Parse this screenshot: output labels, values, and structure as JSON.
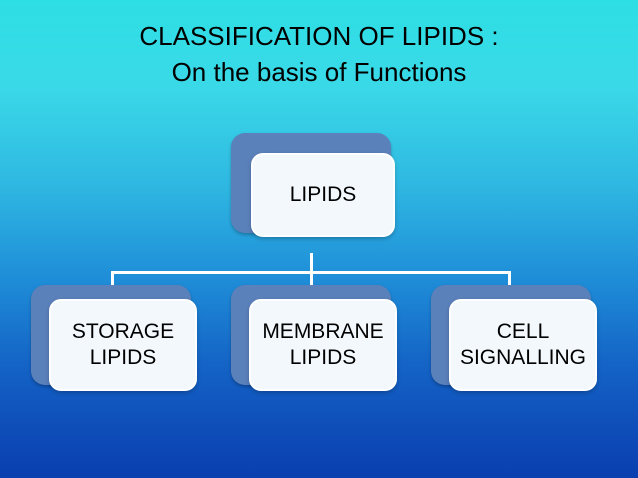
{
  "slide": {
    "title_line1": "CLASSIFICATION OF LIPIDS :",
    "title_line2": "On the basis of Functions",
    "background_top_color": "#2ddfe4",
    "background_bottom_color": "#0a3faf"
  },
  "diagram": {
    "type": "hierarchy",
    "root": {
      "label": "LIPIDS"
    },
    "children": [
      {
        "label": "STORAGE\nLIPIDS"
      },
      {
        "label": "MEMBRANE\nLIPIDS"
      },
      {
        "label": "CELL\nSIGNALLING"
      }
    ],
    "node_fill_color": "#f2f8fc",
    "node_shadow_color": "#5b81bb",
    "connector_color": "#ffffff"
  }
}
